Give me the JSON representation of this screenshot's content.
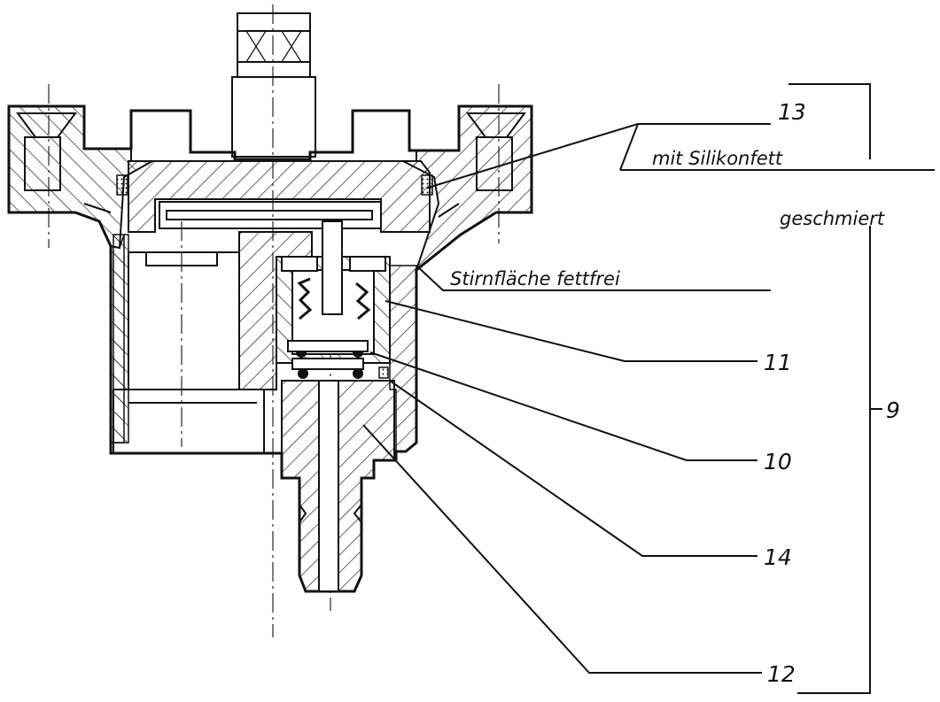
{
  "labels": {
    "part_13": "13",
    "note_silikonfett": "mit Silikonfett",
    "note_geschmiert": "geschmiert",
    "note_stirnflaeche": "Stirnfläche fettfrei",
    "part_11": "11",
    "part_10": "10",
    "part_14": "14",
    "part_12": "12",
    "part_9": "9"
  },
  "colors": {
    "ink": "#111111",
    "paper": "#ffffff"
  }
}
